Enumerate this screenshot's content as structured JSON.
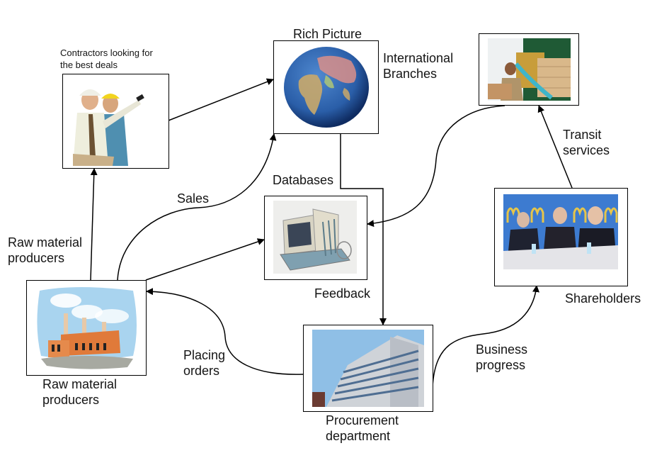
{
  "diagram": {
    "title": "Rich Picture",
    "nodes": [
      {
        "id": "contractors",
        "label": "Contractors looking for\nthe best deals",
        "icon": "construction-workers-photo"
      },
      {
        "id": "international",
        "label": "International\nBranches",
        "icon": "globe-photo"
      },
      {
        "id": "transit",
        "label": "",
        "icon": "warehouse-worker-photo"
      },
      {
        "id": "databases",
        "label": "Databases",
        "icon": "computer-diagram-photo"
      },
      {
        "id": "shareholders",
        "label": "Shareholders",
        "icon": "board-meeting-photo"
      },
      {
        "id": "raw_materials",
        "label": "Raw material\nproducers",
        "icon": "factory-clipart"
      },
      {
        "id": "procurement",
        "label": "Procurement\ndepartment",
        "icon": "office-building-photo"
      }
    ],
    "edge_labels": {
      "raw_to_contractors": "Raw material\nproducers",
      "sales": "Sales",
      "transit": "Transit\nservices",
      "feedback": "Feedback",
      "placing_orders": "Placing\norders",
      "business_progress": "Business\nprogress"
    },
    "edges": [
      {
        "from": "contractors",
        "to": "international",
        "label": ""
      },
      {
        "from": "raw_materials",
        "to": "contractors",
        "label": "Raw material producers"
      },
      {
        "from": "raw_materials",
        "to": "international",
        "label": "Sales"
      },
      {
        "from": "raw_materials",
        "to": "databases",
        "label": ""
      },
      {
        "from": "international",
        "to": "procurement",
        "label": "Feedback"
      },
      {
        "from": "transit",
        "to": "databases",
        "label": ""
      },
      {
        "from": "shareholders",
        "to": "transit",
        "label": "Transit services"
      },
      {
        "from": "procurement",
        "to": "raw_materials",
        "label": "Placing orders"
      },
      {
        "from": "procurement",
        "to": "shareholders",
        "label": "Business progress"
      }
    ],
    "colors": {
      "line": "#000000",
      "sky": "#a9d4ef",
      "globe": "#2a5ea8",
      "factory": "#e07a3a",
      "board_bg": "#3d7bd0"
    }
  }
}
